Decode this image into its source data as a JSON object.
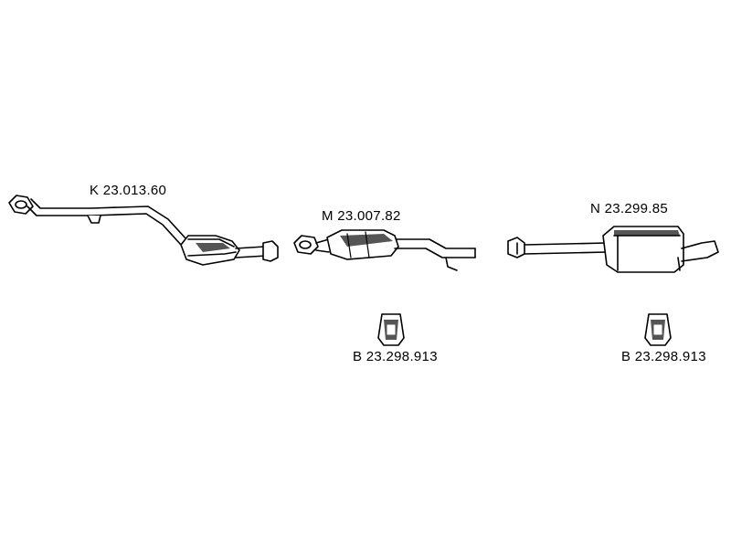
{
  "parts": {
    "catalytic_converter": {
      "code": "K 23.013.60"
    },
    "middle_silencer": {
      "code": "M 23.007.82"
    },
    "rear_silencer": {
      "code": "N 23.299.85"
    },
    "mount_left": {
      "code": "B 23.298.913"
    },
    "mount_right": {
      "code": "B 23.298.913"
    }
  },
  "colors": {
    "stroke": "#000000",
    "fill": "#ffffff",
    "shade": "#555555"
  }
}
